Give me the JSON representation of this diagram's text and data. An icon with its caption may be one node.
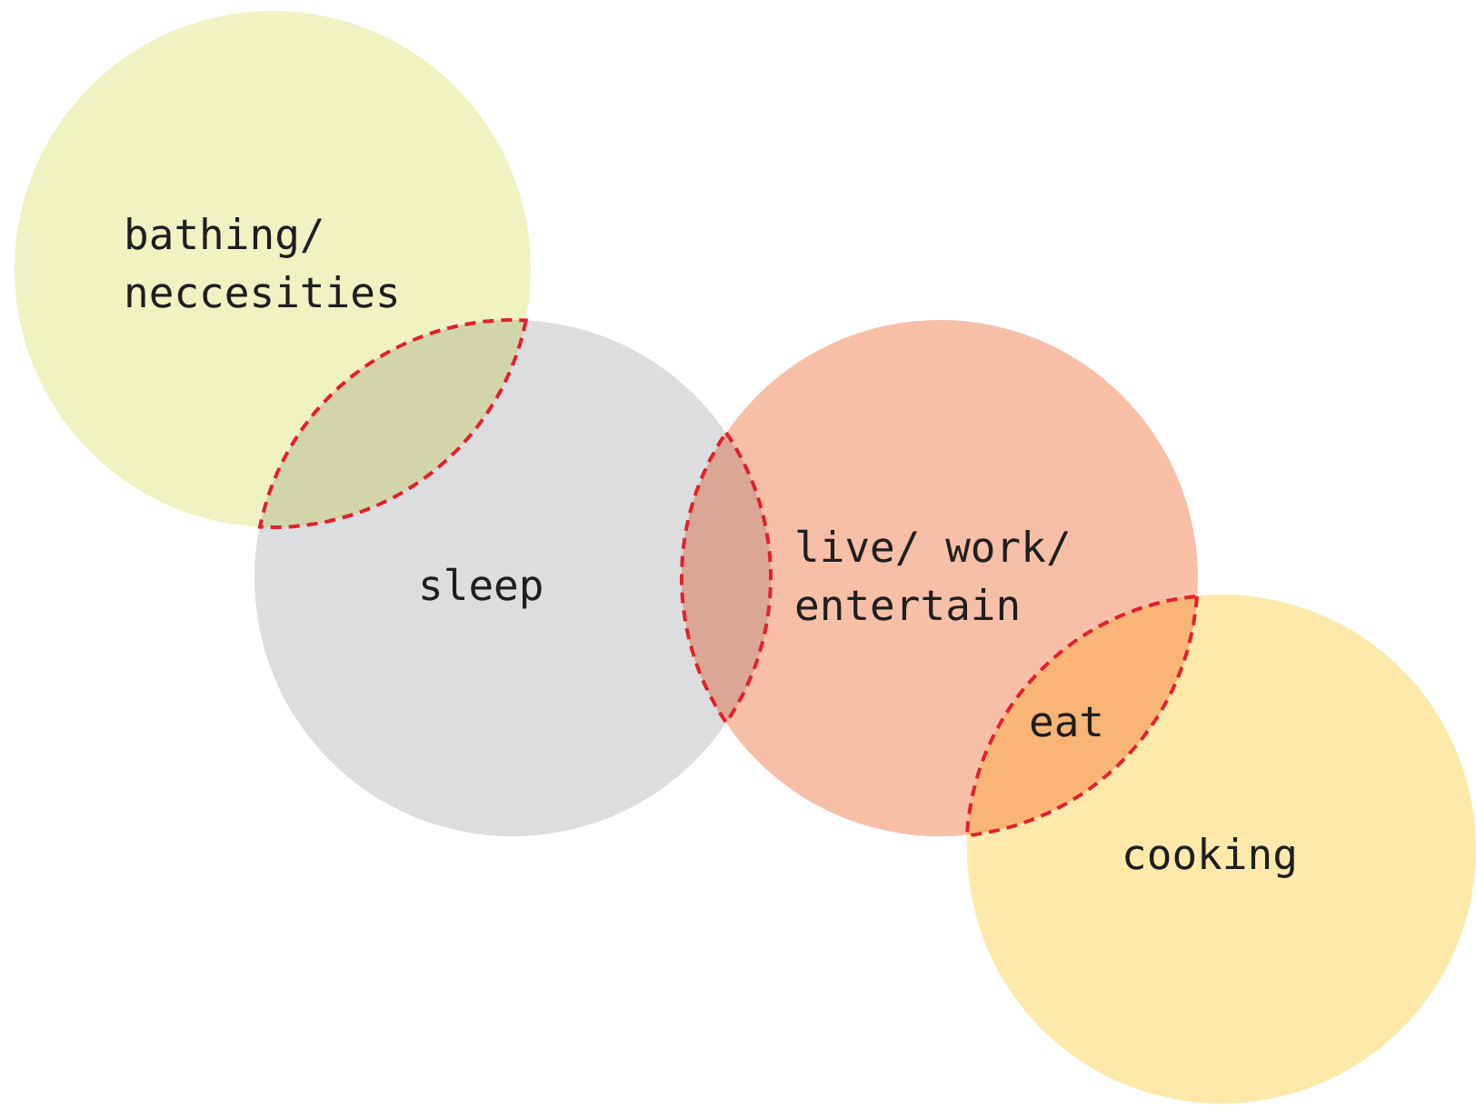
{
  "diagram": {
    "nodes": [
      {
        "text": [
          "bathing/ neccesities"
        ]
      },
      {
        "text": [
          "sleep"
        ]
      },
      {
        "text": [
          "live/ work/ entertain"
        ]
      },
      {
        "text": [
          "eat"
        ]
      },
      {
        "text": [
          "cooking"
        ]
      },
      {
        "text": [],
        "shape": "lens"
      },
      {
        "text": [],
        "shape": "lens"
      }
    ]
  }
}
